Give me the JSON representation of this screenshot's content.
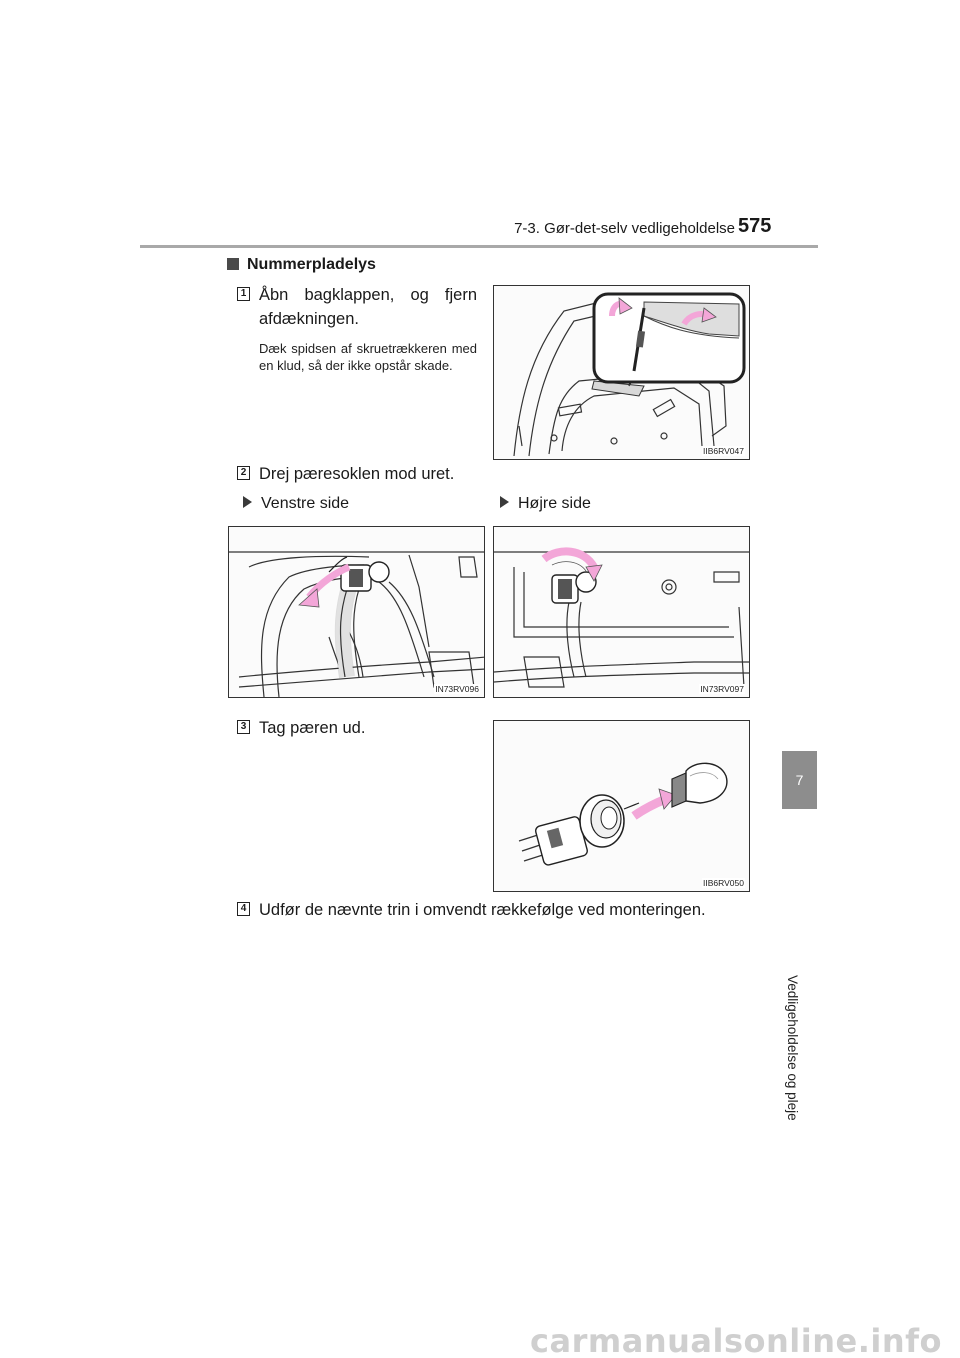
{
  "header": {
    "section_title": "7-3. Gør-det-selv vedligeholdelse",
    "page_number": "575"
  },
  "side_tab": {
    "chapter_number": "7",
    "chapter_label": "Vedligeholdelse og pleje"
  },
  "section": {
    "heading": "Nummerpladelys"
  },
  "steps": [
    {
      "number": "1",
      "text": "Åbn bagklappen, og fjern afdækningen.",
      "note": "Dæk spidsen af skruetrækkeren med en klud, så der ikke opstår skade."
    },
    {
      "number": "2",
      "text": "Drej pæresoklen mod uret."
    },
    {
      "number": "3",
      "text": "Tag pæren ud."
    },
    {
      "number": "4",
      "text": "Udfør de nævnte trin i omvendt rækkefølge ved monteringen."
    }
  ],
  "subheads": {
    "left": "Venstre side",
    "right": "Højre side"
  },
  "figures": {
    "fig1_code": "IIB6RV047",
    "fig2_code": "IN73RV096",
    "fig3_code": "IN73RV097",
    "fig4_code": "IIB6RV050"
  },
  "watermark": "carmanualsonline.info",
  "colors": {
    "arrow_pink": "#f3a6d8",
    "tab_gray": "#8d8d8d",
    "rule_gray": "#a9a9a9"
  }
}
